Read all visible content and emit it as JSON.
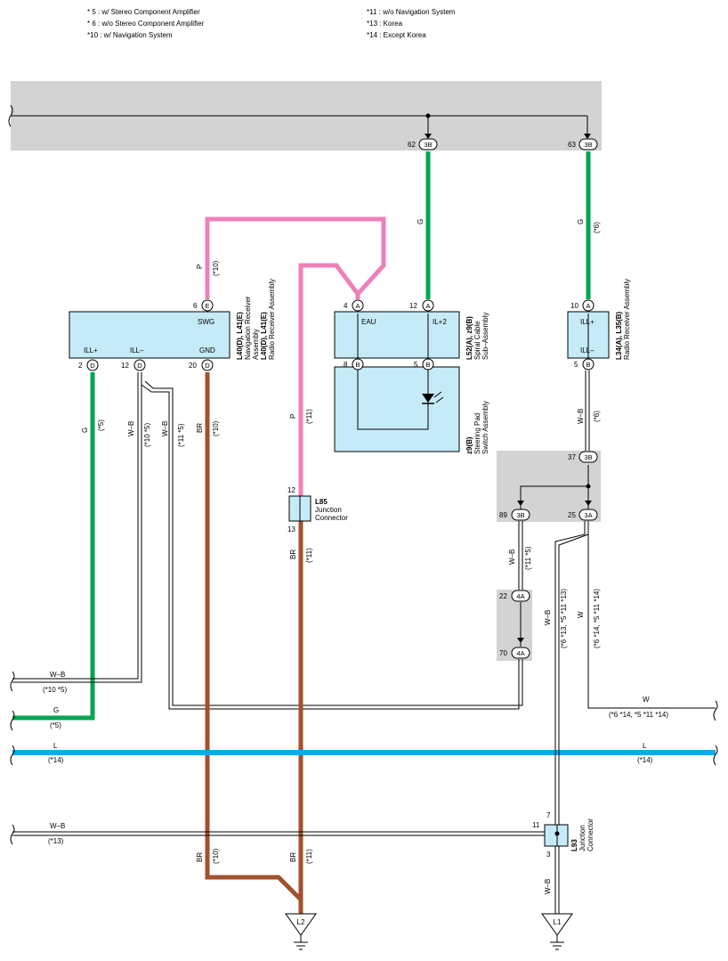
{
  "notes": [
    "* 5 : w/ Stereo Component Amplifier",
    "* 6 : w/o Stereo Component Amplifier",
    "*10 : w/ Navigation System",
    "*11 : w/o Navigation System",
    "*13 : Korea",
    "*14 : Except Korea"
  ],
  "colors": {
    "green": "#00a651",
    "pink": "#f080b8",
    "brown": "#a0522d",
    "blue": "#00aeef",
    "box": "#c6ebf8",
    "gray": "#d3d3d3"
  },
  "terminals": {
    "t62": "62",
    "t63": "63",
    "c3b": "3B",
    "c3a": "3A",
    "c4a": "4A",
    "t6": "6",
    "e": "E",
    "t2": "2",
    "t12": "12",
    "t20": "20",
    "d": "D",
    "t4": "4",
    "a": "A",
    "b": "B",
    "t8": "8",
    "t5": "5",
    "t10": "10",
    "t37": "37",
    "t89": "89",
    "t25": "25",
    "t22": "22",
    "t70": "70",
    "t13": "13",
    "t7": "7",
    "t11": "11",
    "t3": "3"
  },
  "components": {
    "nav": {
      "pin_swg": "SWG",
      "pin_illp": "ILL+",
      "pin_illm": "ILL–",
      "pin_gnd": "GND",
      "code": "L40(D), L41(E)",
      "name1": "Navigation Receiver",
      "name2": "Assembly",
      "code2": "L40(D), L41(E)",
      "name3": "Radio Receiver Assembly"
    },
    "spiral": {
      "pin_eau": "EAU",
      "pin_il2": "IL+2",
      "code": "L52(A), z9(B)",
      "name1": "Spiral Cable",
      "name2": "Sub–Assembly"
    },
    "steering": {
      "code": "z9(B)",
      "name1": "Steering Pad",
      "name2": "Switch Assembly"
    },
    "radio": {
      "pin_illp": "ILL+",
      "pin_illm": "ILL–",
      "code": "L34(A), L35(B)",
      "name1": "Radio Receiver Assembly"
    },
    "l85": {
      "code": "L85",
      "name1": "Junction",
      "name2": "Connector"
    },
    "l93": {
      "code": "L93",
      "name1": "Junction",
      "name2": "Connector"
    },
    "l2": "L2",
    "l1": "L1"
  },
  "wires": {
    "g": "G",
    "p": "P",
    "wb": "W–B",
    "br": "BR",
    "w": "W",
    "l": "L",
    "n6": "(*6)",
    "n10": "(*10)",
    "n11": "(*11)",
    "n5": "(*5)",
    "n10_5": "(*10 *5)",
    "n11_5": "(*11 *5)",
    "n13": "(*13)",
    "n14": "(*14)",
    "n6_13": "(*6 *13, *5 *11 *13)",
    "n6_14": "(*6 *14, *5 *11 *14)"
  }
}
